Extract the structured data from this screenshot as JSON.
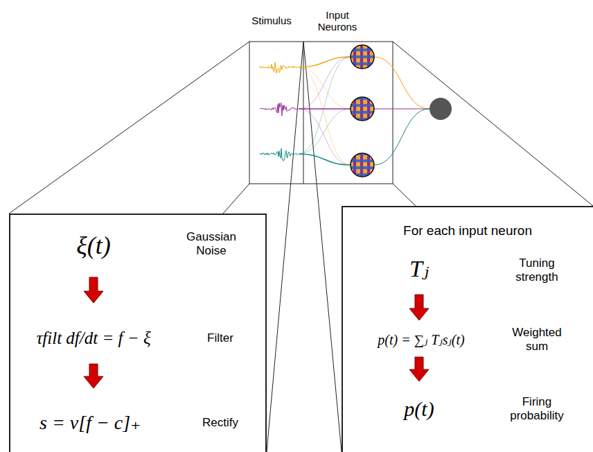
{
  "diagram": {
    "nodes": [
      {
        "text": [
          "ξ(t)",
          "Gaussian Noise",
          "τfilt df/dt = f − ξ",
          "Filter",
          "s = ν[f − c]₊",
          "Rectify"
        ]
      },
      {
        "text": [
          "For each input neuron",
          "Tⱼ",
          "Tuning strength",
          "p(t) = ∑ⱼ Tⱼsⱼ(t)",
          "Weighted sum",
          "p(t)",
          "Firing probability"
        ]
      }
    ],
    "labels": [
      "Stimulus",
      "Input Neurons"
    ]
  }
}
